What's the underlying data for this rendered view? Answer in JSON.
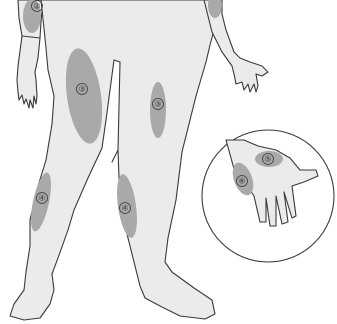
{
  "zones": [
    {
      "id": "zone-2",
      "number": "②"
    },
    {
      "id": "zone-3-left-thigh",
      "number": "③"
    },
    {
      "id": "zone-3-right-thigh",
      "number": "③"
    },
    {
      "id": "zone-4-left-shin",
      "number": "④"
    },
    {
      "id": "zone-4-right-shin",
      "number": "④"
    },
    {
      "id": "zone-5-hand",
      "number": "⑤"
    },
    {
      "id": "zone-6-hand",
      "number": "⑥"
    }
  ],
  "colors": {
    "skin": "#ebebeb",
    "zone": "#a9a9a9",
    "outline": "#3a3a3a"
  }
}
